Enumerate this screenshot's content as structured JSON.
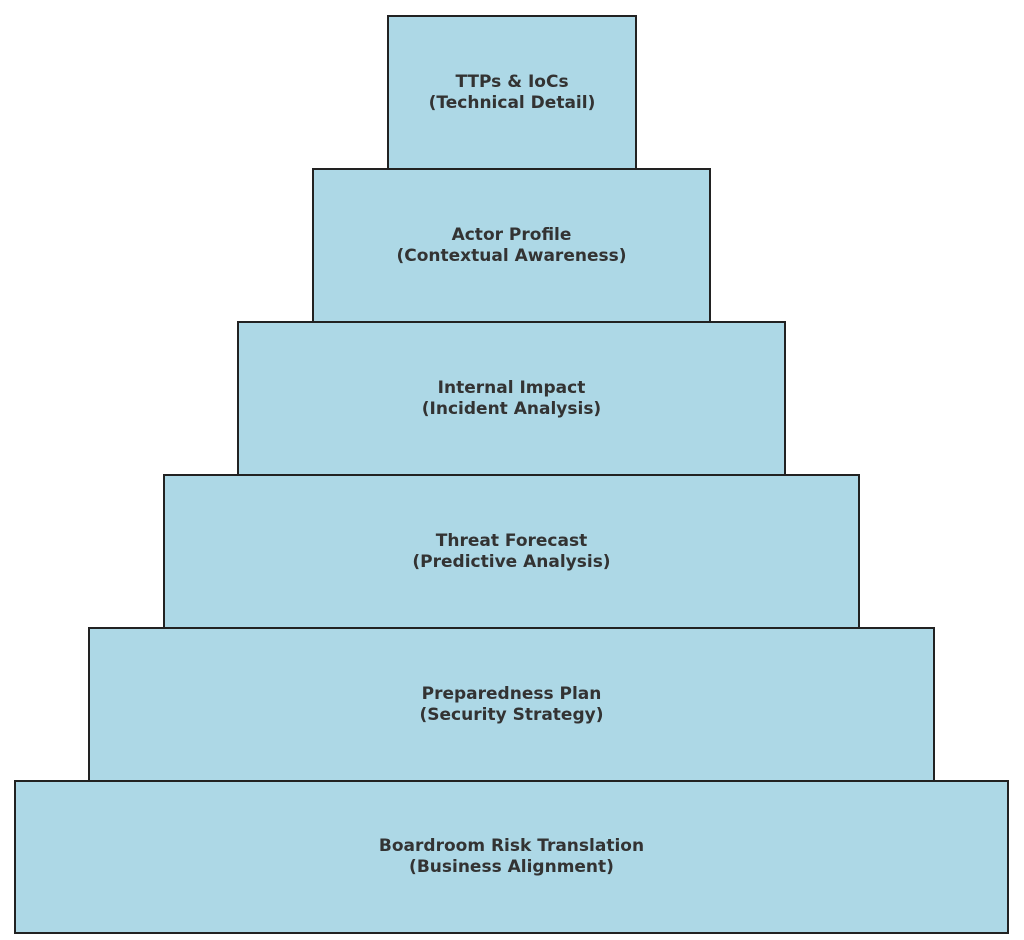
{
  "colors": {
    "fill": "#add8e6",
    "border": "#222222",
    "text": "#333333"
  },
  "tiers": [
    {
      "title": "TTPs & IoCs",
      "subtitle": "(Technical Detail)"
    },
    {
      "title": "Actor Profile",
      "subtitle": "(Contextual Awareness)"
    },
    {
      "title": "Internal Impact",
      "subtitle": "(Incident Analysis)"
    },
    {
      "title": "Threat Forecast",
      "subtitle": "(Predictive Analysis)"
    },
    {
      "title": "Preparedness Plan",
      "subtitle": "(Security Strategy)"
    },
    {
      "title": "Boardroom Risk Translation",
      "subtitle": "(Business Alignment)"
    }
  ]
}
